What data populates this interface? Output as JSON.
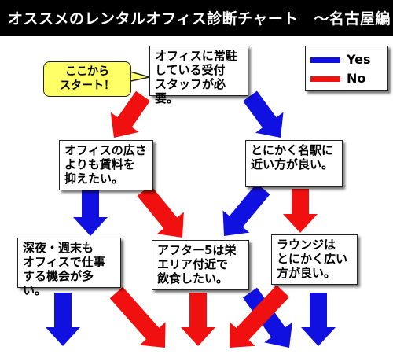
{
  "title": "オススメのレンタルオフィス診断チャート　～名古屋編",
  "callout": "ここから\nスタート！",
  "legend": {
    "yes": {
      "label": "Yes",
      "color": "#1010e0"
    },
    "no": {
      "label": "No",
      "color": "#f01010"
    }
  },
  "nodes": {
    "start": "オフィスに常駐\nしている受付\nスタッフが必要。",
    "price": "オフィスの広さ\nよりも賃料を\n抑えたい。",
    "station": "とにかく名駅に\n近い方が良い。",
    "night": "深夜・週末も\nオフィスで仕事\nする機会が多い。",
    "after5": "アフター5は栄\nエリア付近で\n飲食したい。",
    "lounge": "ラウンジは\nとにかく広い\n方が良い。"
  }
}
